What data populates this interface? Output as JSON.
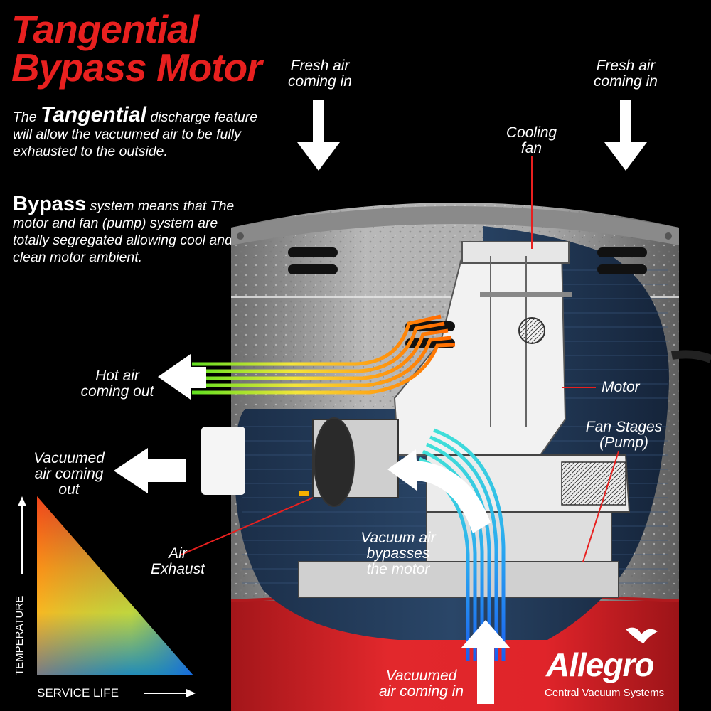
{
  "title": {
    "line1": "Tangential",
    "line2": "Bypass Motor"
  },
  "intro": {
    "tangential_prefix": "The",
    "tangential_word": "Tangential",
    "tangential_text": "discharge feature will allow the vacuumed air to be fully exhausted to the outside.",
    "bypass_word": "Bypass",
    "bypass_text": "system means that The motor and fan (pump) system are totally segregated allowing cool and clean motor ambient."
  },
  "labels": {
    "fresh_air_left": [
      "Fresh air",
      "coming in"
    ],
    "fresh_air_right": [
      "Fresh air",
      "coming in"
    ],
    "cooling_fan": [
      "Cooling",
      "fan"
    ],
    "motor": "Motor",
    "fan_stages": [
      "Fan Stages",
      "(Pump)"
    ],
    "hot_air": [
      "Hot air",
      "coming out"
    ],
    "vacuumed_out": [
      "Vacuumed",
      "air coming",
      "out"
    ],
    "air_exhaust": [
      "Air",
      "Exhaust"
    ],
    "bypass": [
      "Vacuum air",
      "bypasses",
      "the motor"
    ],
    "vacuumed_in": [
      "Vacuumed",
      "air coming in"
    ]
  },
  "legend": {
    "y_axis": "TEMPERATURE",
    "x_axis": "SERVICE LIFE"
  },
  "brand": {
    "name": "Allegro",
    "tagline": "Central Vacuum Systems"
  },
  "colors": {
    "title_red": "#e8201f",
    "canister_red": "#e0242a",
    "metal": "#9a9a9a"
  }
}
